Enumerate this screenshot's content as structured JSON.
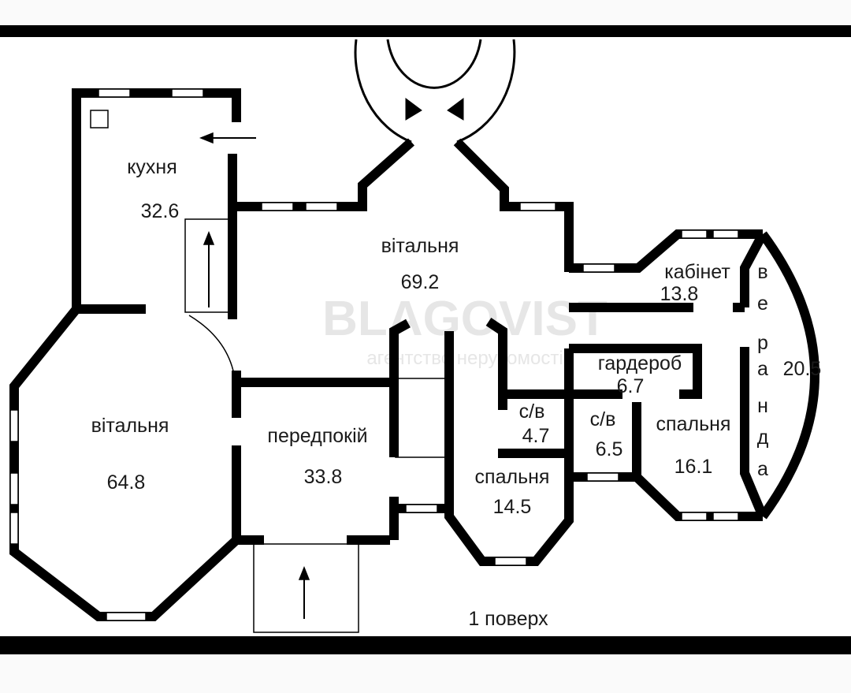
{
  "title": "1 поверх",
  "watermark": {
    "brand": "BLAGOVIST",
    "tagline": "агентство нерухомості"
  },
  "rooms": [
    {
      "id": "kitchen",
      "name": "кухня",
      "area": "32.6"
    },
    {
      "id": "living-center",
      "name": "вітальня",
      "area": "69.2"
    },
    {
      "id": "cabinet",
      "name": "кабінет",
      "area": "13.8"
    },
    {
      "id": "veranda",
      "name_letters": [
        "в",
        "е",
        "р",
        "а",
        "н",
        "д",
        "а"
      ],
      "area": "20.5"
    },
    {
      "id": "wardrobe",
      "name": "гардероб",
      "area": "6.7"
    },
    {
      "id": "bathroom-1",
      "name": "с/в",
      "area": "4.7"
    },
    {
      "id": "bathroom-2",
      "name": "с/в",
      "area": "6.5"
    },
    {
      "id": "bedroom-right",
      "name": "спальня",
      "area": "16.1"
    },
    {
      "id": "living-left",
      "name": "вітальня",
      "area": "64.8"
    },
    {
      "id": "hallway",
      "name": "передпокій",
      "area": "33.8"
    },
    {
      "id": "bedroom-center",
      "name": "спальня",
      "area": "14.5"
    }
  ]
}
